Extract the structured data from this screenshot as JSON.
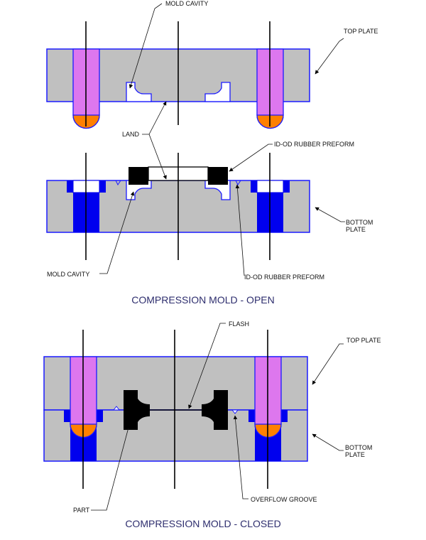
{
  "colors": {
    "plate_fill": "#c0c0c0",
    "outline": "#1a1aff",
    "pin_fill": "#dd77ee",
    "pin_tip": "#ff8000",
    "bushing": "#0000ee",
    "rubber": "#000000",
    "title": "#2e2e6e"
  },
  "open": {
    "title": "COMPRESSION MOLD - OPEN",
    "labels": {
      "mold_cavity_top": "MOLD CAVITY",
      "top_plate": "TOP PLATE",
      "land": "LAND",
      "preform_top": "ID-OD RUBBER PREFORM",
      "bottom_plate_1": "BOTTOM",
      "bottom_plate_2": "PLATE",
      "mold_cavity_bottom": "MOLD CAVITY",
      "preform_bottom": "ID-OD RUBBER PREFORM"
    }
  },
  "closed": {
    "title": "COMPRESSION MOLD - CLOSED",
    "labels": {
      "flash": "FLASH",
      "top_plate": "TOP PLATE",
      "bottom_plate_1": "BOTTOM",
      "bottom_plate_2": "PLATE",
      "part": "PART",
      "overflow_groove": "OVERFLOW GROOVE"
    }
  }
}
